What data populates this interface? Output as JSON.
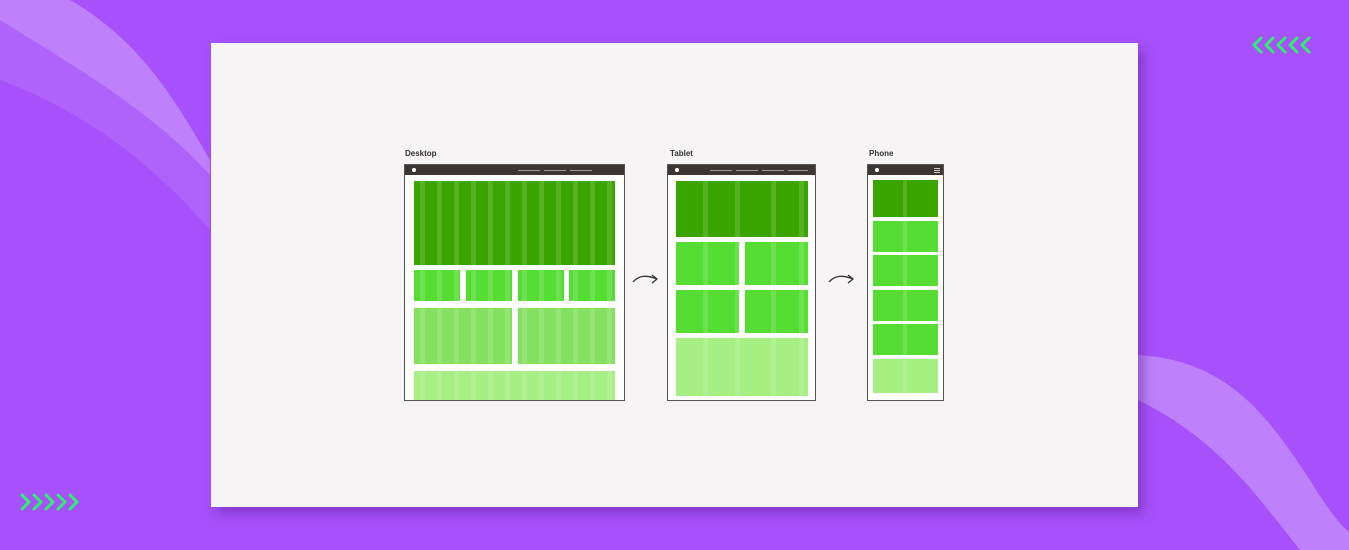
{
  "colors": {
    "background": "#a651fb",
    "card": "#f6f4f4",
    "accent_chevrons": "#2df16a",
    "topbar": "#3b3533",
    "block_dark": "#3ba500",
    "block_medium": "#55dd33",
    "block_light": "#83e060",
    "block_pale": "#a6ef82"
  },
  "decorations": {
    "top_right_chevrons": {
      "icon": "chevron-left-icon",
      "count": 5
    },
    "bottom_left_chevrons": {
      "icon": "chevron-right-icon",
      "count": 5
    }
  },
  "devices": [
    {
      "label": "Desktop"
    },
    {
      "label": "Tablet"
    },
    {
      "label": "Phone"
    }
  ],
  "arrows": [
    "arrow-right-icon",
    "arrow-right-icon"
  ]
}
